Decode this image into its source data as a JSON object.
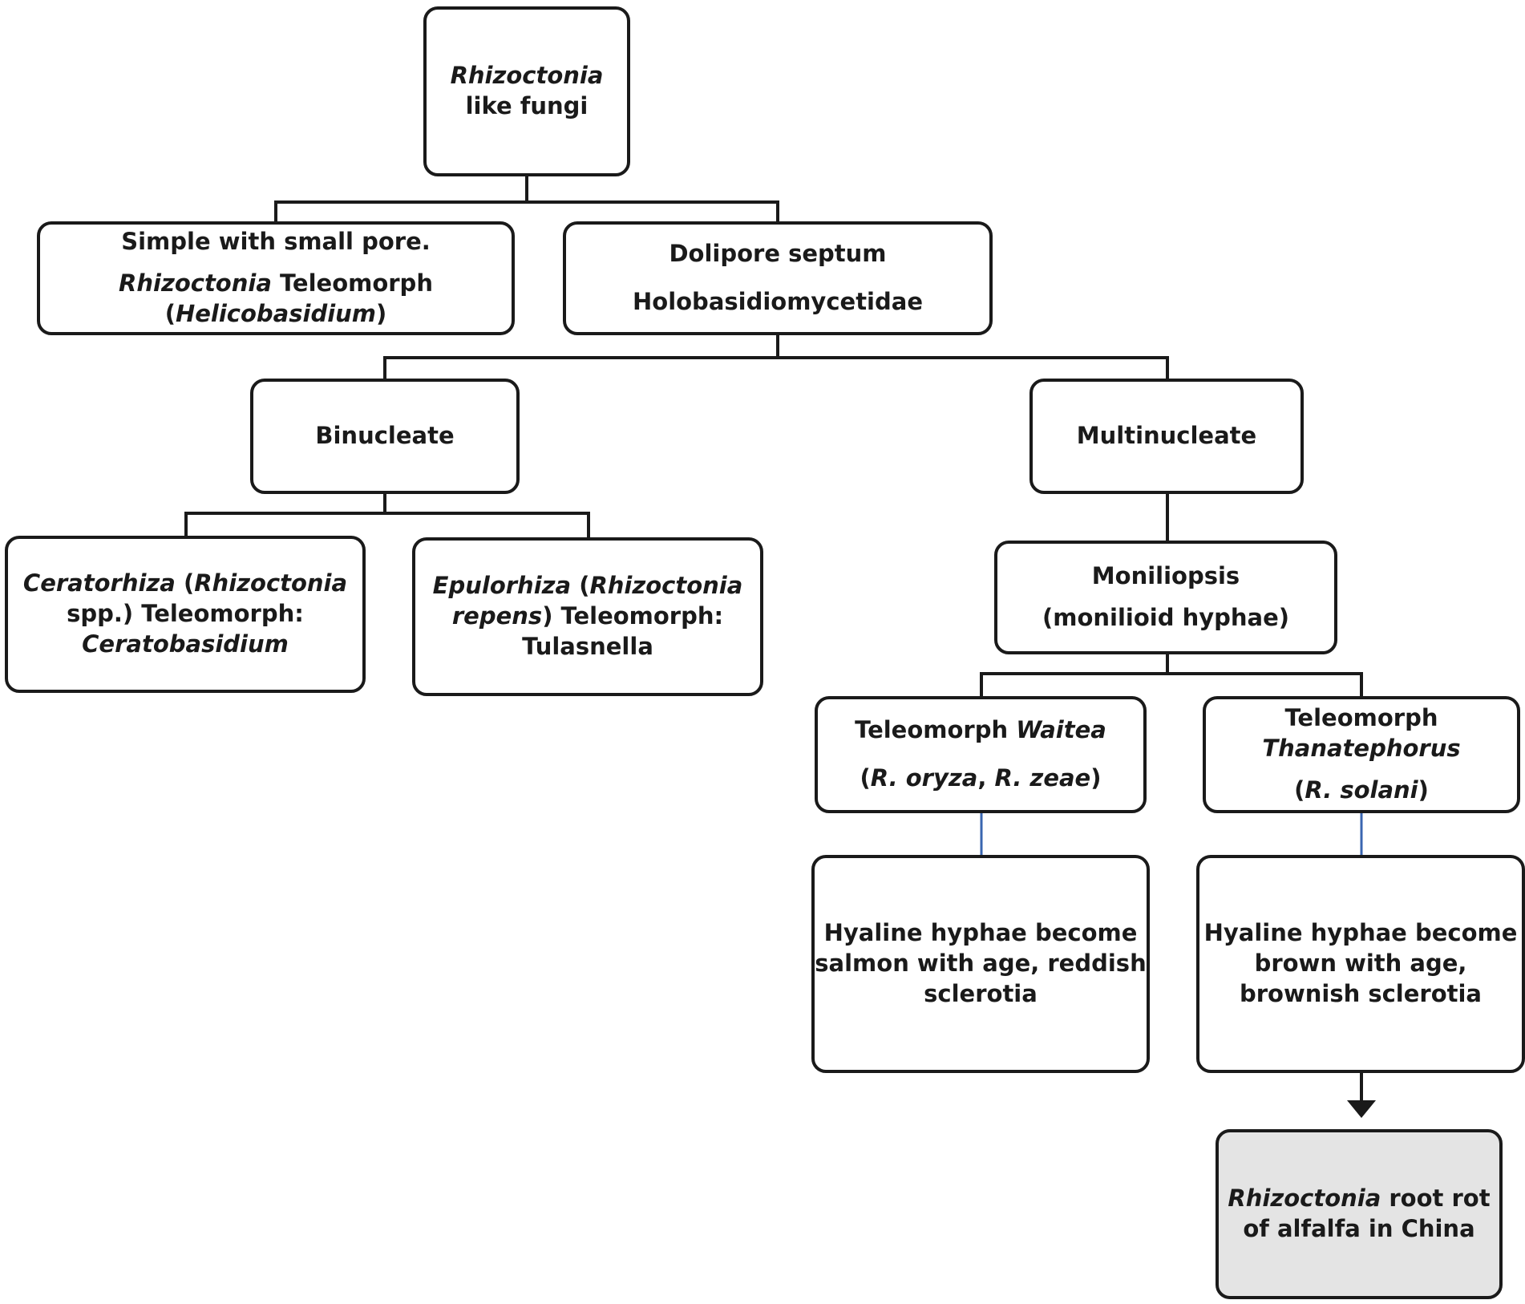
{
  "nodes": {
    "root": {
      "italic": "Rhizoctonia",
      "plain": "like fungi"
    },
    "simple_pore": {
      "line1": "Simple with small pore.",
      "line2_italic": "Rhizoctonia",
      "line2_rest": " Teleomorph",
      "line3_open": "(",
      "line3_italic": "Helicobasidium",
      "line3_close": ")"
    },
    "dolipore": {
      "line1": "Dolipore septum",
      "line2": "Holobasidiomycetidae"
    },
    "binucleate": {
      "label": "Binucleate"
    },
    "multinucleate": {
      "label": "Multinucleate"
    },
    "ceratorhiza": {
      "l1_italic_a": "Ceratorhiza",
      "l1_open": " (",
      "l1_italic_b": "Rhizoctonia",
      "l2": "spp.) Teleomorph:",
      "l3_italic": "Ceratobasidium"
    },
    "epulorhiza": {
      "l1_italic_a": "Epulorhiza",
      "l1_open": " (",
      "l1_italic_b": "Rhizoctonia",
      "l2_italic": "repens",
      "l2_rest": ") Teleomorph:",
      "l3": "Tulasnella"
    },
    "moniliopsis": {
      "line1": "Moniliopsis",
      "line2": "(monilioid hyphae)"
    },
    "waitea": {
      "l1_plain": "Teleomorph ",
      "l1_italic": "Waitea",
      "l2_open": "(",
      "l2_italic_a": "R. oryza",
      "l2_comma": ", ",
      "l2_italic_b": "R. zeae",
      "l2_close": ")"
    },
    "thanatephorus": {
      "l1": "Teleomorph",
      "l2_italic": "Thanatephorus",
      "l3_open": "(",
      "l3_italic": "R. solani",
      "l3_close": ")"
    },
    "salmon": {
      "l1": "Hyaline hyphae become",
      "l2": "salmon with age, reddish",
      "l3": "sclerotia"
    },
    "brown": {
      "l1": "Hyaline hyphae become",
      "l2": "brown with age,",
      "l3": "brownish sclerotia"
    },
    "root_rot": {
      "l1_italic": "Rhizoctonia",
      "l1_rest": " root rot",
      "l2": "of alfalfa in China"
    }
  },
  "colors": {
    "box_border": "#1a1a1a",
    "connector": "#1a1a1a",
    "blue_connector": "#3a66b0",
    "highlight_fill": "#e4e4e4"
  }
}
